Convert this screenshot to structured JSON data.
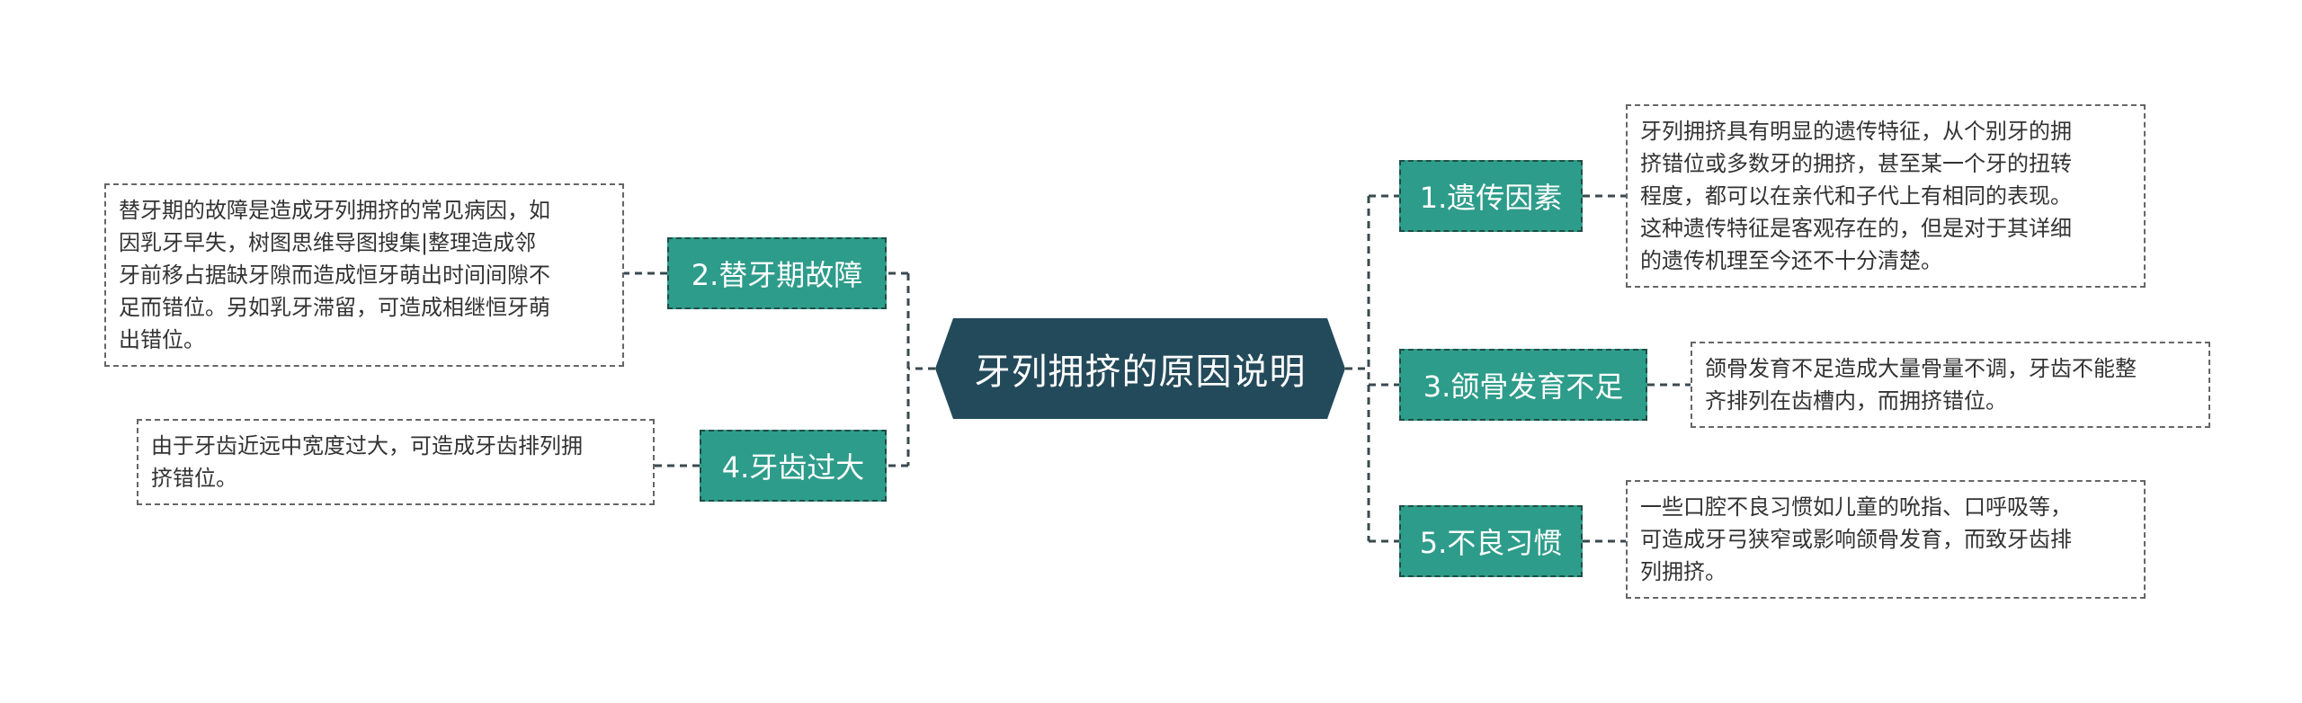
{
  "center": {
    "label": "牙列拥挤的原因说明"
  },
  "branches": [
    {
      "label": "1.遗传因素",
      "lines": [
        "牙列拥挤具有明显的遗传特征，从个别牙的拥",
        "挤错位或多数牙的拥挤，甚至某一个牙的扭转",
        "程度，都可以在亲代和子代上有相同的表现。",
        "这种遗传特征是客观存在的，但是对于其详细",
        "的遗传机理至今还不十分清楚。"
      ]
    },
    {
      "label": "2.替牙期故障",
      "lines": [
        "替牙期的故障是造成牙列拥挤的常见病因，如",
        "因乳牙早失，树图思维导图搜集|整理造成邻",
        "牙前移占据缺牙隙而造成恒牙萌出时间间隙不",
        "足而错位。另如乳牙滞留，可造成相继恒牙萌",
        "出错位。"
      ]
    },
    {
      "label": "3.颌骨发育不足",
      "lines": [
        "颌骨发育不足造成大量骨量不调，牙齿不能整",
        "齐排列在齿槽内，而拥挤错位。"
      ]
    },
    {
      "label": "4.牙齿过大",
      "lines": [
        "由于牙齿近远中宽度过大，可造成牙齿排列拥",
        "挤错位。"
      ]
    },
    {
      "label": "5.不良习惯",
      "lines": [
        "一些口腔不良习惯如儿童的吮指、口呼吸等，",
        "可造成牙弓狭窄或影响颌骨发育，而致牙齿排",
        "列拥挤。"
      ]
    }
  ],
  "colors": {
    "center_fill": "#234a5a",
    "branch_fill": "#2e9c8a",
    "connector": "#3a4a4f",
    "leaf_border": "#666666"
  }
}
